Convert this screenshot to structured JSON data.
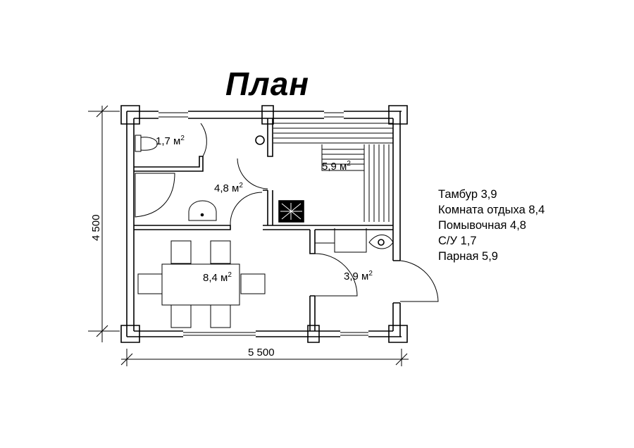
{
  "title": "План",
  "dimensions": {
    "width": "5 500",
    "height": "4 500"
  },
  "rooms": [
    {
      "area": "1,7",
      "unit": "м"
    },
    {
      "area": "4,8",
      "unit": "м"
    },
    {
      "area": "5,9",
      "unit": "м"
    },
    {
      "area": "8,4",
      "unit": "м"
    },
    {
      "area": "3,9",
      "unit": "м"
    }
  ],
  "legend": [
    "Тамбур 3,9",
    "Комната отдыха 8,4",
    "Помывочная 4,8",
    "С/У 1,7",
    "Парная 5,9"
  ]
}
